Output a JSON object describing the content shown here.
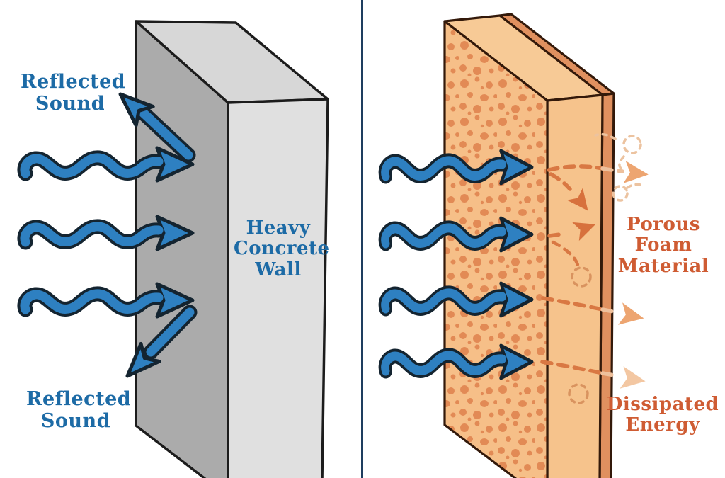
{
  "left_panel": {
    "reflected_label_top": "Reflected Sound",
    "reflected_label_bottom": "Reflected Sound",
    "wall_label": "Heavy Concrete Wall",
    "incoming_wave_count": 3,
    "reflected_arrow_count": 2
  },
  "right_panel": {
    "material_label": "Porous Foam Material",
    "dissipated_label": "Dissipated Energy",
    "incoming_wave_count": 4,
    "transmitted_arrow_count": 3,
    "absorbed_arrow_count": 2
  },
  "colors": {
    "background": "#ffffff",
    "divider_navy": "#1e3d5f",
    "label_blue": "#1d6ba6",
    "label_orange": "#cf5c33",
    "arrow_blue": "#2e80c1",
    "arrow_outline": "#142430",
    "concrete_front": "#ababab",
    "concrete_top": "#d7d7d7",
    "concrete_side": "#e0e0e0",
    "concrete_outline": "#1c1c1c",
    "foam_face": "#f6bf88",
    "foam_pore": "#e28a55",
    "foam_top": "#f7ca96",
    "foam_side": "#f6c38c",
    "foam_back": "#e0905f",
    "foam_outline": "#33190a",
    "dash_dark": "#d97843",
    "dash_light": "#eec09c",
    "exit_arrow": "#eda571",
    "exit_arrow_light": "#f3c7a2",
    "absorb_arrow": "#d7713d",
    "swirl": "#ecc3a0",
    "swirl_dark": "#d9935f"
  }
}
